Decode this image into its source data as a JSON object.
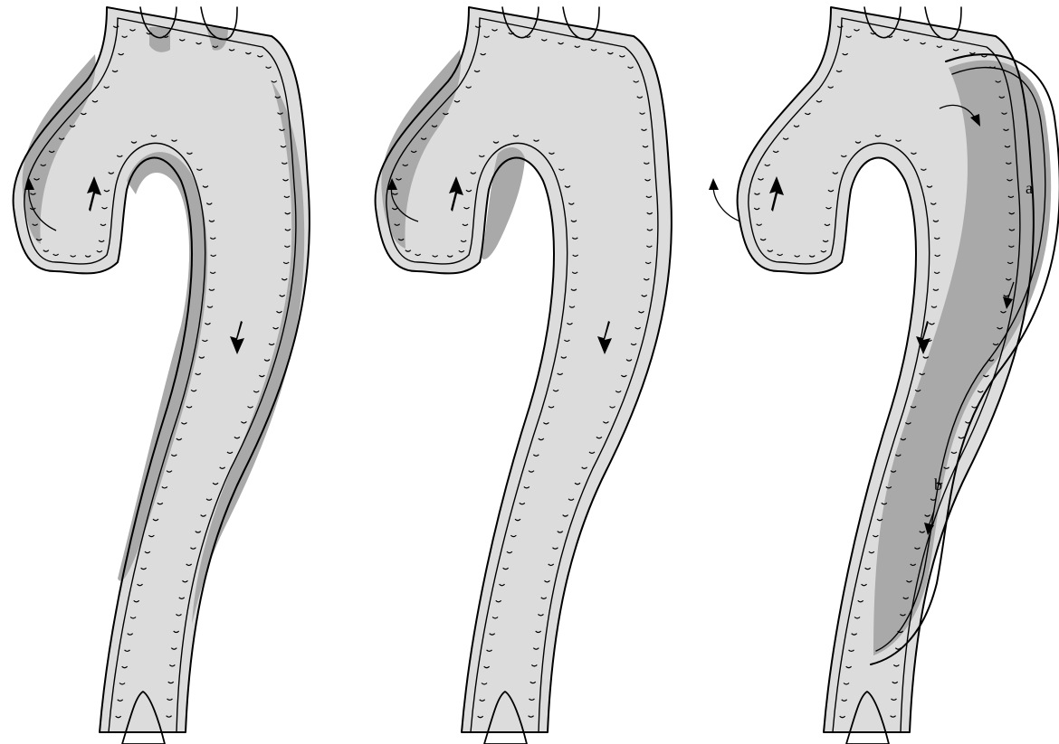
{
  "figure": {
    "panels": [
      {
        "id": "panel-1",
        "false_lumen_extent": "full"
      },
      {
        "id": "panel-2",
        "false_lumen_extent": "partial"
      },
      {
        "id": "panel-3",
        "false_lumen_extent": "descending",
        "labels": [
          "a",
          "b"
        ]
      }
    ],
    "colors": {
      "true_lumen": "#dcdcdc",
      "false_lumen": "#a9a9a9",
      "wall": "#000000",
      "background": "#ffffff"
    }
  }
}
